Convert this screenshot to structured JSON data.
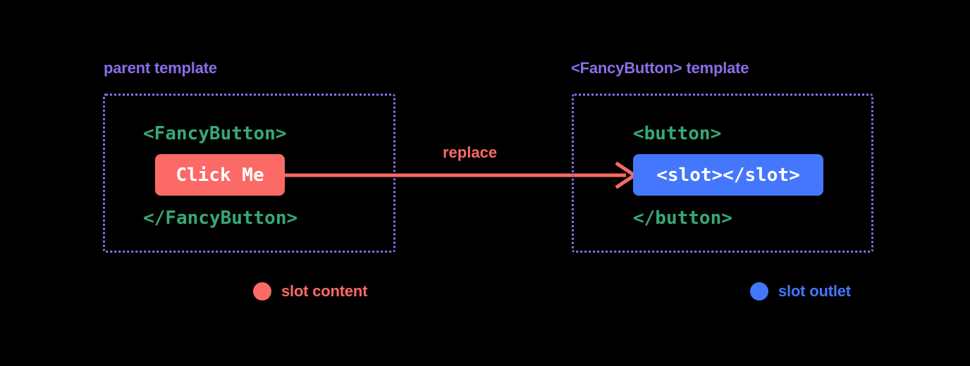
{
  "diagram": {
    "background_color": "#000000",
    "accent_colors": {
      "purple": "#8a6eea",
      "green": "#37a877",
      "red": "#fb6a66",
      "blue": "#4477fb",
      "white": "#ffffff"
    }
  },
  "panels": {
    "left": {
      "title": "parent template",
      "code_open": "<FancyButton>",
      "code_close": "</FancyButton>",
      "pill_label": "Click Me",
      "pill_color": "#fb6a66"
    },
    "right": {
      "title": "<FancyButton> template",
      "code_open": "<button>",
      "code_close": "</button>",
      "pill_label": "<slot></slot>",
      "pill_color": "#4477fb"
    }
  },
  "arrow": {
    "label": "replace",
    "color": "#fb6a66",
    "direction": "left-to-right"
  },
  "legend": [
    {
      "label": "slot content",
      "color": "#fb6a66"
    },
    {
      "label": "slot outlet",
      "color": "#4477fb"
    }
  ]
}
